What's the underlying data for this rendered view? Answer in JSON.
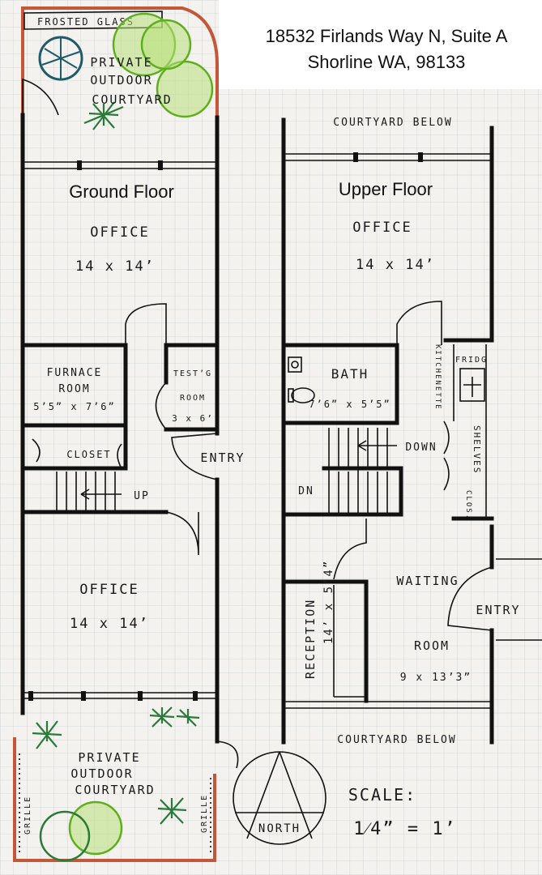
{
  "address": {
    "line1": "18532 Firlands Way N, Suite A",
    "line2": "Shorline WA, 98133"
  },
  "ground_floor": {
    "title": "Ground Floor",
    "frosted_glass": "FROSTED GLASS",
    "rear_courtyard": [
      "PRIVATE",
      "OUTDOOR",
      "COURTYARD"
    ],
    "rear_office": {
      "name": "OFFICE",
      "size": "14 x 14’"
    },
    "furnace_room": {
      "name": [
        "FURNACE",
        "ROOM"
      ],
      "size": "5’5” x 7’6”"
    },
    "testing_room": {
      "name": [
        "TEST’G",
        "ROOM"
      ],
      "size": "3 x 6’"
    },
    "closet": "CLOSET",
    "entry": "ENTRY",
    "stairs": "UP",
    "front_office": {
      "name": "OFFICE",
      "size": "14 x 14’"
    },
    "front_courtyard": [
      "PRIVATE",
      "OUTDOOR",
      "COURTYARD"
    ],
    "grille_left": "GRILLE",
    "grille_right": "GRILLE"
  },
  "upper_floor": {
    "title": "Upper Floor",
    "courtyard_below_top": "COURTYARD BELOW",
    "office": {
      "name": "OFFICE",
      "size": "14 x 14’"
    },
    "bath": {
      "name": "BATH",
      "size": "7’6” x 5’5”"
    },
    "kitchenette": "KITCHENETTE",
    "fridge": "FRIDG",
    "shelves": "SHELVES",
    "closet": "CLOS.",
    "down": "DOWN",
    "dn": "DN",
    "reception": {
      "name": "RECEPTION",
      "size": "14’ x 5’4”"
    },
    "waiting_room": {
      "name": [
        "WAITING",
        "ROOM"
      ],
      "size": "9 x 13’3”"
    },
    "entry": "ENTRY",
    "courtyard_below_bottom": "COURTYARD BELOW"
  },
  "compass": {
    "label": "NORTH"
  },
  "scale": {
    "title": "SCALE:",
    "value": "1⁄4” = 1’"
  }
}
